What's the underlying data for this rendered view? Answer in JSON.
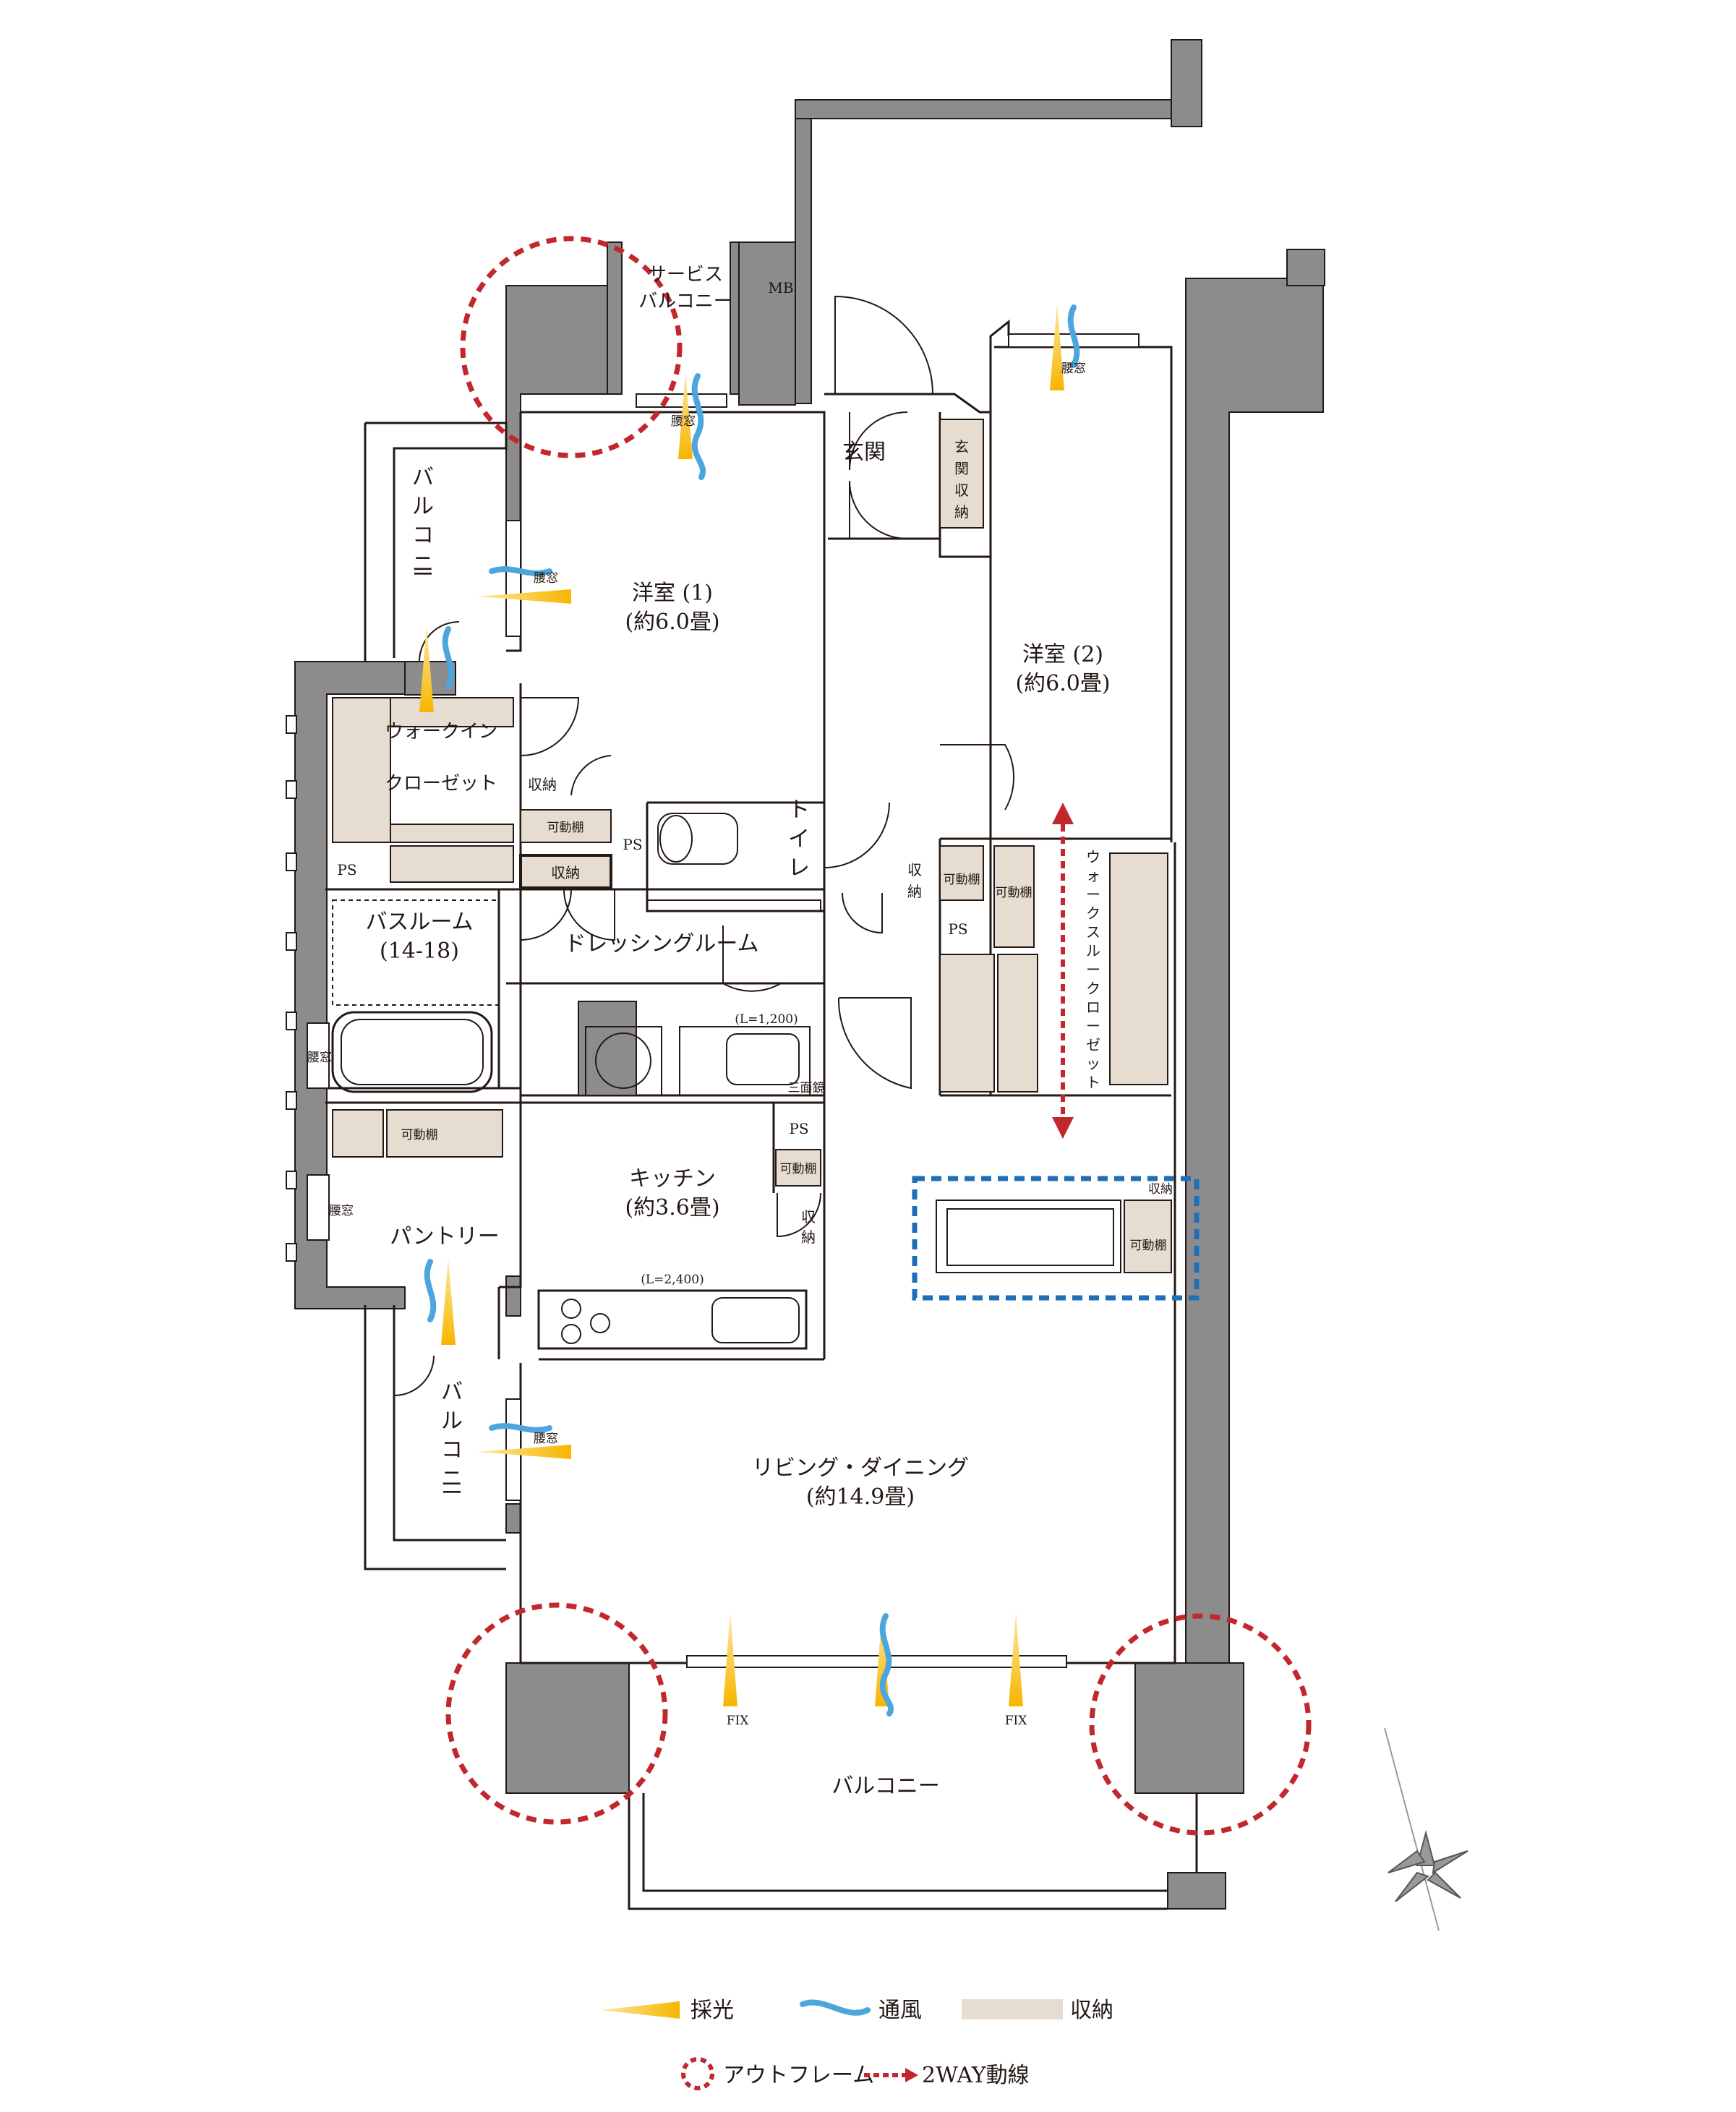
{
  "rooms": {
    "service_balcony": [
      "サービス",
      "バルコニー"
    ],
    "mb": "MB",
    "entrance": "玄関",
    "entrance_storage": [
      "玄",
      "関",
      "収",
      "納"
    ],
    "western_room_1": [
      "洋室 (1)",
      "(約6.0畳)"
    ],
    "western_room_2": [
      "洋室 (2)",
      "(約6.0畳)"
    ],
    "balcony_upper_left": [
      "バ",
      "ル",
      "コ",
      "ニ",
      "ー"
    ],
    "balcony_lower_left": [
      "バ",
      "ル",
      "コ",
      "ニ",
      "ー"
    ],
    "walkin_closet": [
      "ウォークイン",
      "クローゼット"
    ],
    "storage_small": "収納",
    "movable_shelf": "可動棚",
    "storage_box": "収納",
    "ps": "PS",
    "toilet": [
      "ト",
      "イ",
      "レ"
    ],
    "bathroom": [
      "バスルーム",
      "(14-18)"
    ],
    "dressing_room": "ドレッシングルーム",
    "vanity_length": "(L=1,200)",
    "triple_mirror": "三面鏡",
    "walkthrough_closet": [
      "ウ",
      "ォ",
      "ー",
      "ク",
      "ス",
      "ル",
      "ー",
      "ク",
      "ロ",
      "ー",
      "ゼ",
      "ッ",
      "ト"
    ],
    "storage_vertical": [
      "収",
      "納"
    ],
    "kitchen": [
      "キッチン",
      "(約3.6畳)"
    ],
    "kitchen_length": "(L=2,400)",
    "pantry": "パントリー",
    "living_dining": [
      "リビング・ダイニング",
      "(約14.9畳)"
    ],
    "balcony_bottom": "バルコニー",
    "waist_window": "腰窓",
    "fix": "FIX"
  },
  "legend": {
    "lighting": "採光",
    "ventilation": "通風",
    "storage": "収納",
    "outframe": "アウトフレーム",
    "twoway": "2WAY動線"
  },
  "colors": {
    "wall": "#8c8c8c",
    "storage_fill": "#e6ddd0",
    "light_yellow": "#f8b500",
    "wind_blue": "#4ca6dd",
    "outframe_red": "#c1272d",
    "twoway_red": "#c1272d",
    "highlight_blue": "#1e6fb8",
    "line": "#231815"
  }
}
